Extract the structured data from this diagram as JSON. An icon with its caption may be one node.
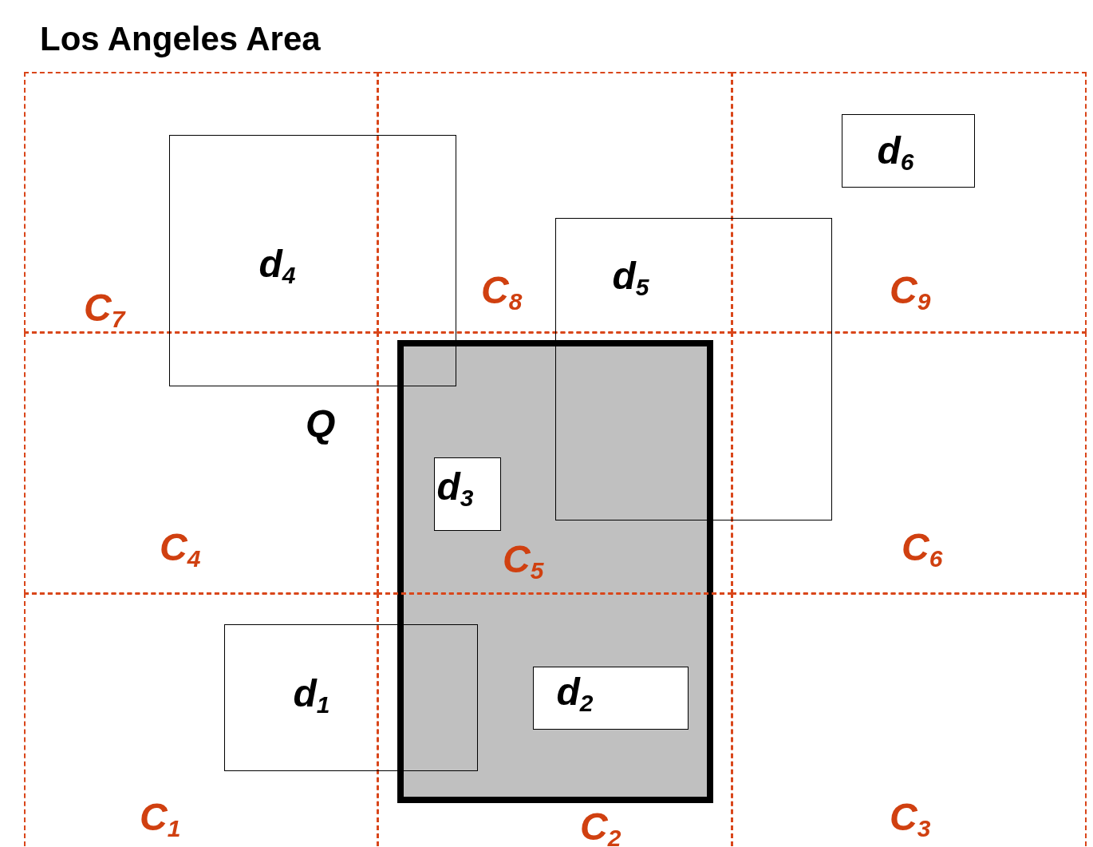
{
  "diagram": {
    "title": "Los Angeles Area",
    "nodes": [
      {
        "text": [
          "C$_{7}$"
        ]
      },
      {
        "text": [
          "C$_{8}$"
        ]
      },
      {
        "text": [
          "C$_{9}$"
        ]
      },
      {
        "text": [
          "C$_{4}$"
        ]
      },
      {
        "text": [
          "C$_{5}$"
        ]
      },
      {
        "text": [
          "C$_{6}$"
        ]
      },
      {
        "text": [
          "C$_{1}$"
        ]
      },
      {
        "text": [
          "C$_{2}$"
        ]
      },
      {
        "text": [
          "C$_{3}$"
        ]
      },
      {
        "text": [
          "d$_{6}$"
        ],
        "in": 2
      },
      {
        "text": [
          "d$_{4}$"
        ]
      },
      {
        "text": [
          "d$_{5}$"
        ]
      },
      {
        "text": [],
        "shape": "box"
      },
      {
        "text": [
          "d$_{3}$"
        ],
        "in": 4
      },
      {
        "text": [
          "d$_{1}$"
        ]
      },
      {
        "text": [
          "d$_{2}$"
        ]
      }
    ],
    "edges": [],
    "labels": [
      "Q"
    ]
  }
}
